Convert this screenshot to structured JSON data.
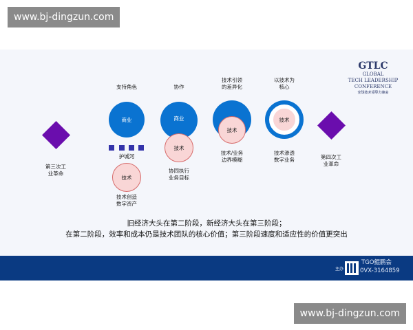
{
  "watermark": {
    "top": "www.bj-dingzun.com",
    "bottom": "www.bj-dingzun.com"
  },
  "logo": {
    "abbr": "GTLC",
    "line1": "GLOBAL",
    "line2": "TECH LEADERSHIP",
    "line3": "CONFERENCE",
    "subtitle": "全球技术领导力峰会"
  },
  "stages": {
    "left_label": "第三次工\n业革命",
    "right_label": "第四次工\n业革命",
    "s1": {
      "top_label": "支持角色",
      "business": "商业",
      "moat": "护城河",
      "tech": "技术",
      "bottom_label": "技术创造\n数字资产"
    },
    "s2": {
      "top_label": "协作",
      "business": "商业",
      "tech": "技术",
      "bottom_label": "协同执行\n业务目标"
    },
    "s3": {
      "top_label": "技术引领\n的差异化",
      "tech": "技术",
      "bottom_label": "技术/业务\n边界模糊"
    },
    "s4": {
      "top_label": "以技术为\n核心",
      "tech": "技术",
      "bottom_label": "技术渗透\n数字业务"
    }
  },
  "caption": {
    "line1": "旧经济大头在第二阶段，新经济大头在第三阶段；",
    "line2": "在第二阶段，效率和成本仍是技术团队的核心价值；第三阶段速度和适应性的价值更突出"
  },
  "footer": {
    "brand": "TGO鲲鹏会",
    "id": "0VX-3164859",
    "host": "主办"
  },
  "colors": {
    "blue": "#0a73d1",
    "purple": "#6a0dad",
    "pink": "#f9d6d6",
    "navy": "#0a3a82"
  }
}
